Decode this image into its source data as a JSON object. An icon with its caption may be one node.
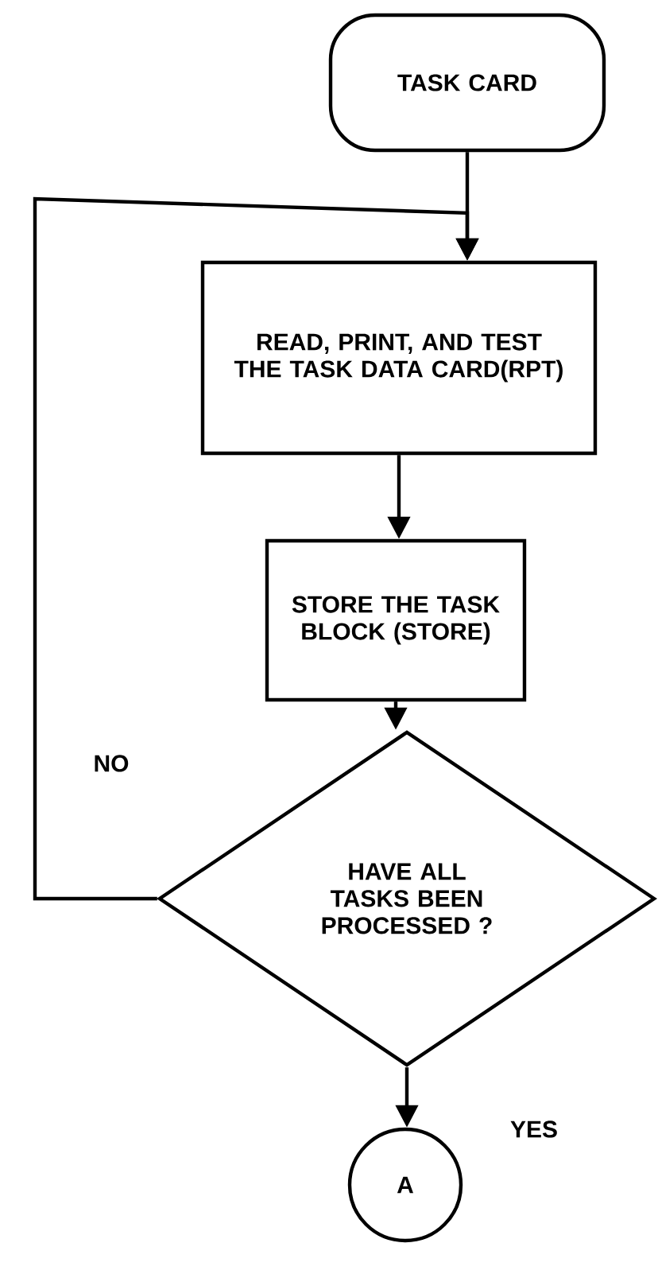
{
  "diagram": {
    "nodes": [
      {
        "text": [
          "TASK CARD"
        ]
      },
      {
        "text": [
          "READ, PRINT, AND TEST THE TASK DATA CARD(RPT)"
        ]
      },
      {
        "text": [
          "STORE THE TASK BLOCK (STORE)"
        ]
      },
      {
        "text": [
          "HAVE ALL TASKS BEEN PROCESSED ?"
        ]
      },
      {
        "text": [
          "A"
        ]
      }
    ],
    "edges": [
      {
        "from": 0,
        "to": 1,
        "arrow": "to"
      },
      {
        "from": 1,
        "to": 2,
        "arrow": "to"
      },
      {
        "from": 2,
        "to": 3,
        "arrow": "to"
      },
      {
        "from": 3,
        "to": 4,
        "arrow": "to",
        "label": "YES"
      },
      {
        "from": 3,
        "to": 1,
        "arrow": "to",
        "label": "NO"
      }
    ]
  }
}
